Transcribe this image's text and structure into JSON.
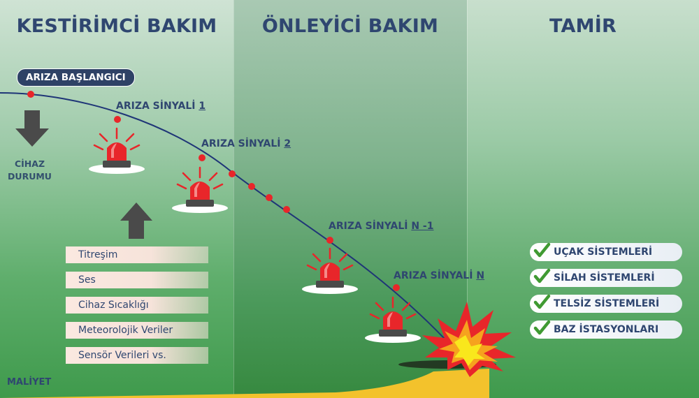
{
  "columns": [
    {
      "title": "KESTİRİMCİ BAKIM"
    },
    {
      "title": "ÖNLEYİCİ BAKIM"
    },
    {
      "title": "TAMİR"
    }
  ],
  "failure_onset": "ARIZA BAŞLANGICI",
  "signals": [
    {
      "text": "ARIZA SİNYALİ ",
      "suffix": "1"
    },
    {
      "text": "ARIZA SİNYALİ ",
      "suffix": "2"
    },
    {
      "text": "ARIZA SİNYALİ ",
      "suffix": "N -1"
    },
    {
      "text": "ARIZA SİNYALİ ",
      "suffix": "N"
    }
  ],
  "device_state": "CİHAZ DURUMU",
  "parameters": [
    "Titreşim",
    "Ses",
    "Cihaz Sıcaklığı",
    "Meteorolojik Veriler",
    "Sensör Verileri vs."
  ],
  "systems": [
    "UÇAK SİSTEMLERİ",
    "SİLAH SİSTEMLERİ",
    "TELSİZ SİSTEMLERİ",
    "BAZ İSTASYONLARI"
  ],
  "cost_label": "MALİYET",
  "colors": {
    "heading": "#2f4670",
    "curve": "#1f3577",
    "dot": "#e8262a",
    "cost_fill": "#f3c22c",
    "check": "#3f9a32"
  },
  "icons": [
    "down-arrow-icon",
    "up-arrow-icon",
    "siren-icon",
    "explosion-icon",
    "check-icon"
  ]
}
